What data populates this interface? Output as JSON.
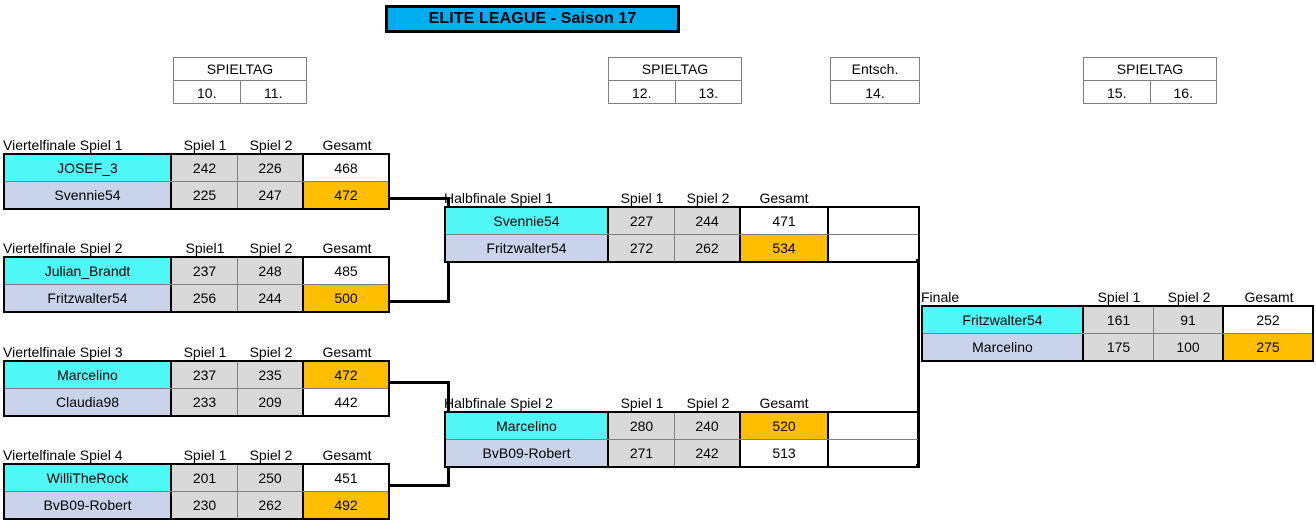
{
  "title": "ELITE LEAGUE - Saison 17",
  "spieltag_blocks": [
    {
      "label": "SPIELTAG",
      "days": [
        "10.",
        "11."
      ]
    },
    {
      "label": "SPIELTAG",
      "days": [
        "12.",
        "13."
      ]
    },
    {
      "label": "Entsch.",
      "days": [
        "14."
      ]
    },
    {
      "label": "SPIELTAG",
      "days": [
        "15.",
        "16."
      ]
    }
  ],
  "column_headers": {
    "spiel1": "Spiel 1",
    "spiel1_alt": "Spiel1",
    "spiel2": "Spiel 2",
    "gesamt": "Gesamt"
  },
  "matches": {
    "qf1": {
      "label": "Viertelfinale Spiel 1",
      "h_spiel1": "Spiel 1",
      "h_spiel2": "Spiel 2",
      "h_gesamt": "Gesamt",
      "rows": [
        {
          "name": "JOSEF_3",
          "spiel1": "242",
          "spiel2": "226",
          "gesamt": "468",
          "winner": false
        },
        {
          "name": "Svennie54",
          "spiel1": "225",
          "spiel2": "247",
          "gesamt": "472",
          "winner": true
        }
      ]
    },
    "qf2": {
      "label": "Viertelfinale Spiel 2",
      "h_spiel1": "Spiel1",
      "h_spiel2": "Spiel 2",
      "h_gesamt": "Gesamt",
      "rows": [
        {
          "name": "Julian_Brandt",
          "spiel1": "237",
          "spiel2": "248",
          "gesamt": "485",
          "winner": false
        },
        {
          "name": "Fritzwalter54",
          "spiel1": "256",
          "spiel2": "244",
          "gesamt": "500",
          "winner": true
        }
      ]
    },
    "qf3": {
      "label": "Viertelfinale Spiel 3",
      "h_spiel1": "Spiel 1",
      "h_spiel2": "Spiel 2",
      "h_gesamt": "Gesamt",
      "rows": [
        {
          "name": "Marcelino",
          "spiel1": "237",
          "spiel2": "235",
          "gesamt": "472",
          "winner": true
        },
        {
          "name": "Claudia98",
          "spiel1": "233",
          "spiel2": "209",
          "gesamt": "442",
          "winner": false
        }
      ]
    },
    "qf4": {
      "label": "Viertelfinale Spiel 4",
      "h_spiel1": "Spiel 1",
      "h_spiel2": "Spiel 2",
      "h_gesamt": "Gesamt",
      "rows": [
        {
          "name": "WilliTheRock",
          "spiel1": "201",
          "spiel2": "250",
          "gesamt": "451",
          "winner": false
        },
        {
          "name": "BvB09-Robert",
          "spiel1": "230",
          "spiel2": "262",
          "gesamt": "492",
          "winner": true
        }
      ]
    },
    "sf1": {
      "label": "Halbfinale Spiel 1",
      "h_spiel1": "Spiel 1",
      "h_spiel2": "Spiel 2",
      "h_gesamt": "Gesamt",
      "rows": [
        {
          "name": "Svennie54",
          "spiel1": "227",
          "spiel2": "244",
          "gesamt": "471",
          "winner": false,
          "extra": ""
        },
        {
          "name": "Fritzwalter54",
          "spiel1": "272",
          "spiel2": "262",
          "gesamt": "534",
          "winner": true,
          "extra": ""
        }
      ]
    },
    "sf2": {
      "label": "Halbfinale Spiel 2",
      "h_spiel1": "Spiel 1",
      "h_spiel2": "Spiel 2",
      "h_gesamt": "Gesamt",
      "rows": [
        {
          "name": "Marcelino",
          "spiel1": "280",
          "spiel2": "240",
          "gesamt": "520",
          "winner": true,
          "extra": ""
        },
        {
          "name": "BvB09-Robert",
          "spiel1": "271",
          "spiel2": "242",
          "gesamt": "513",
          "winner": false,
          "extra": ""
        }
      ]
    },
    "final": {
      "label": "Finale",
      "h_spiel1": "Spiel 1",
      "h_spiel2": "Spiel 2",
      "h_gesamt": "Gesamt",
      "rows": [
        {
          "name": "Fritzwalter54",
          "spiel1": "161",
          "spiel2": "91",
          "gesamt": "252",
          "winner": false
        },
        {
          "name": "Marcelino",
          "spiel1": "175",
          "spiel2": "100",
          "gesamt": "275",
          "winner": true
        }
      ]
    }
  },
  "colors": {
    "banner": "#00AEEF",
    "seed_a": "#4FF7F7",
    "seed_b": "#C9D3EA",
    "score": "#D9D9D9",
    "winner": "#FFBF00",
    "border": "#000000"
  }
}
